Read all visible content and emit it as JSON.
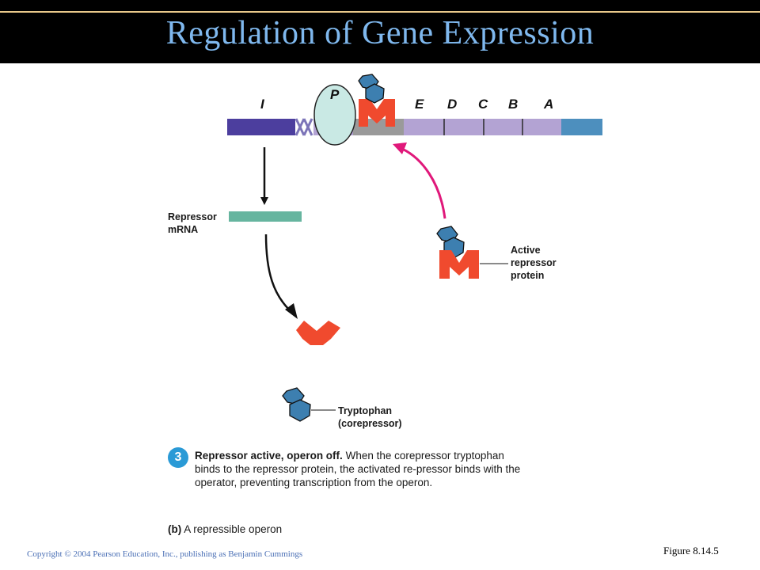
{
  "title": "Regulation of Gene Expression",
  "genes": {
    "regulator": "I",
    "promoter": "P",
    "structural": [
      "E",
      "D",
      "C",
      "B",
      "A"
    ]
  },
  "labels": {
    "repressor_mrna_line1": "Repressor",
    "repressor_mrna_line2": "mRNA",
    "active_line1": "Active",
    "active_line2": "repressor",
    "active_line3": "protein",
    "trp_line1": "Tryptophan",
    "trp_line2": "(corepressor)"
  },
  "step": {
    "number": "3",
    "heading": "Repressor active, operon off.",
    "text": "When the corepressor tryptophan binds to the repressor protein, the activated re-pressor binds with the operator, preventing transcription from the operon."
  },
  "subfigure": {
    "tag": "(b)",
    "text": "A repressible operon"
  },
  "footer": {
    "copyright": "Copyright © 2004 Pearson Education, Inc., publishing as Benjamin Cummings",
    "figure": "Figure 8.14.5"
  },
  "colors": {
    "title_text": "#7fb8ee",
    "regulator_gene": "#4c3e9e",
    "structural_genes": "#b3a3d3",
    "terminal_segment": "#4d8fbe",
    "operator": "#9a9a9a",
    "polymerase": "#c9e9e4",
    "repressor": "#f04a2e",
    "tryptophan": "#3d7fb0",
    "mrna": "#66b59f",
    "arrow_magenta": "#e0187a",
    "step_badge": "#2a9ad6"
  }
}
